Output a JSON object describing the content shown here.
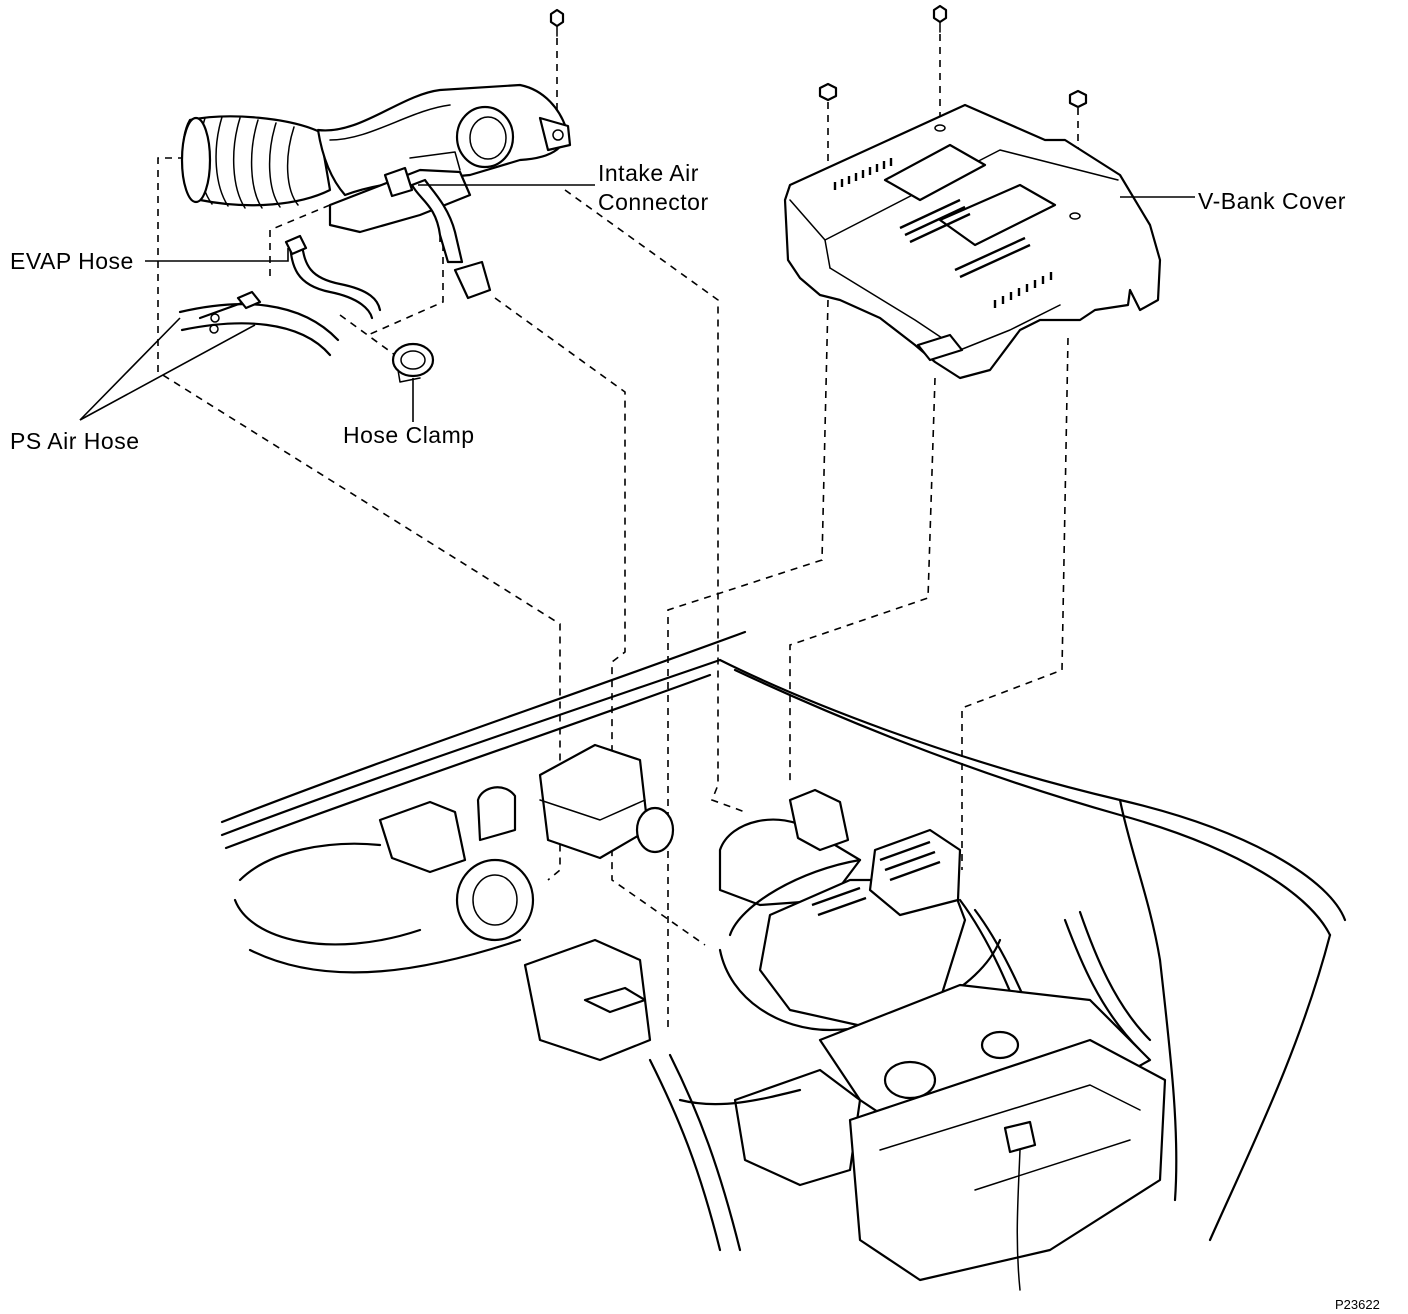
{
  "labels": {
    "intake_air_connector_line1": "Intake Air",
    "intake_air_connector_line2": "Connector",
    "v_bank_cover": "V-Bank Cover",
    "evap_hose": "EVAP Hose",
    "ps_air_hose": "PS Air Hose",
    "hose_clamp": "Hose Clamp",
    "figure_code": "P23622"
  },
  "colors": {
    "ink": "#000000",
    "paper": "#ffffff"
  }
}
